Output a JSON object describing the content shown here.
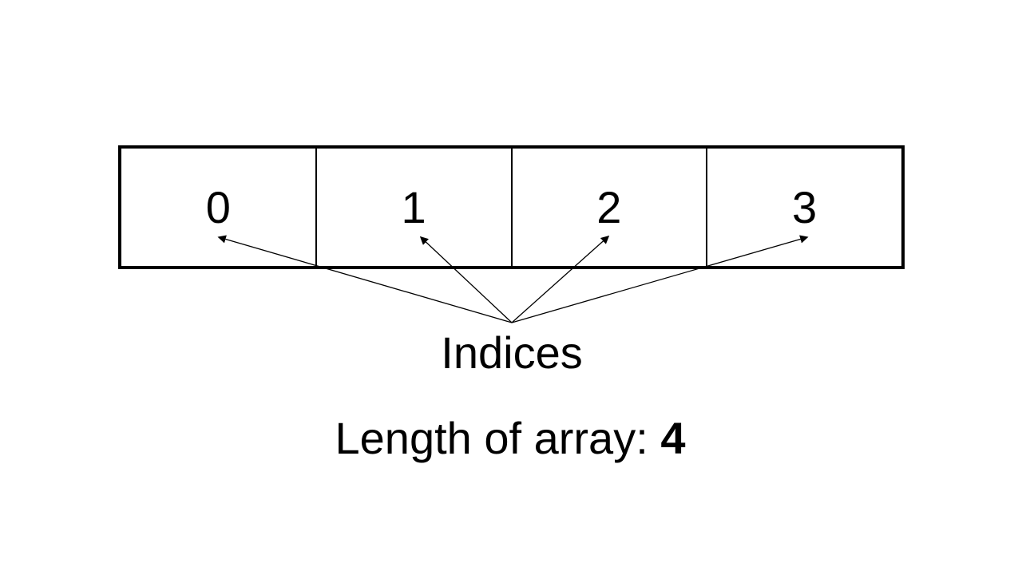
{
  "diagram": {
    "title_hint": "Array indices illustration",
    "array": {
      "cells": [
        {
          "label": "0"
        },
        {
          "label": "1"
        },
        {
          "label": "2"
        },
        {
          "label": "3"
        }
      ]
    },
    "arrows": {
      "from_label": "Indices",
      "points_to_cells": [
        0,
        1,
        2,
        3
      ]
    },
    "indices_label": "Indices",
    "length_label": "Length of array: ",
    "length_value": "4",
    "colors": {
      "line": "#000000",
      "text": "#000000",
      "background": "#ffffff"
    }
  }
}
